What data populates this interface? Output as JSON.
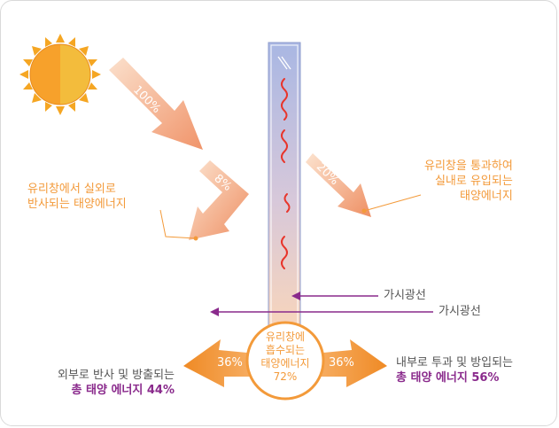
{
  "colors": {
    "orange": "#f39a3a",
    "orange_light": "#fde0c4",
    "purple": "#8a2a8c",
    "glass_top": "#a9b7e3",
    "glass_bottom": "#f8d5bb",
    "wave": "#e8352b",
    "sun": "#f3a72a"
  },
  "icons": {
    "sun": "sun-icon",
    "glass": "glass-pane-icon"
  },
  "arrows": {
    "incoming": "100%",
    "reflected": "8%",
    "transmitted": "20%",
    "out_left": "36%",
    "out_right": "36%"
  },
  "labels": {
    "reflected": [
      "유리창에서 실외로",
      "반사되는 태양에너지"
    ],
    "transmitted": [
      "유리창을 통과하여",
      "실내로 유입되는",
      "태양에너지"
    ],
    "visible_1": "가시광선",
    "visible_2": "가시광선",
    "absorbed": [
      "유리창에",
      "흡수되는",
      "태양에너지",
      "72%"
    ],
    "outside_total": {
      "line1": "외부로 반사 및 방출되는",
      "line2": "총 태양 에너지 44%"
    },
    "inside_total": {
      "line1": "내부로 투과 및 방입되는",
      "line2": "총 태양 에너지 56%"
    }
  }
}
